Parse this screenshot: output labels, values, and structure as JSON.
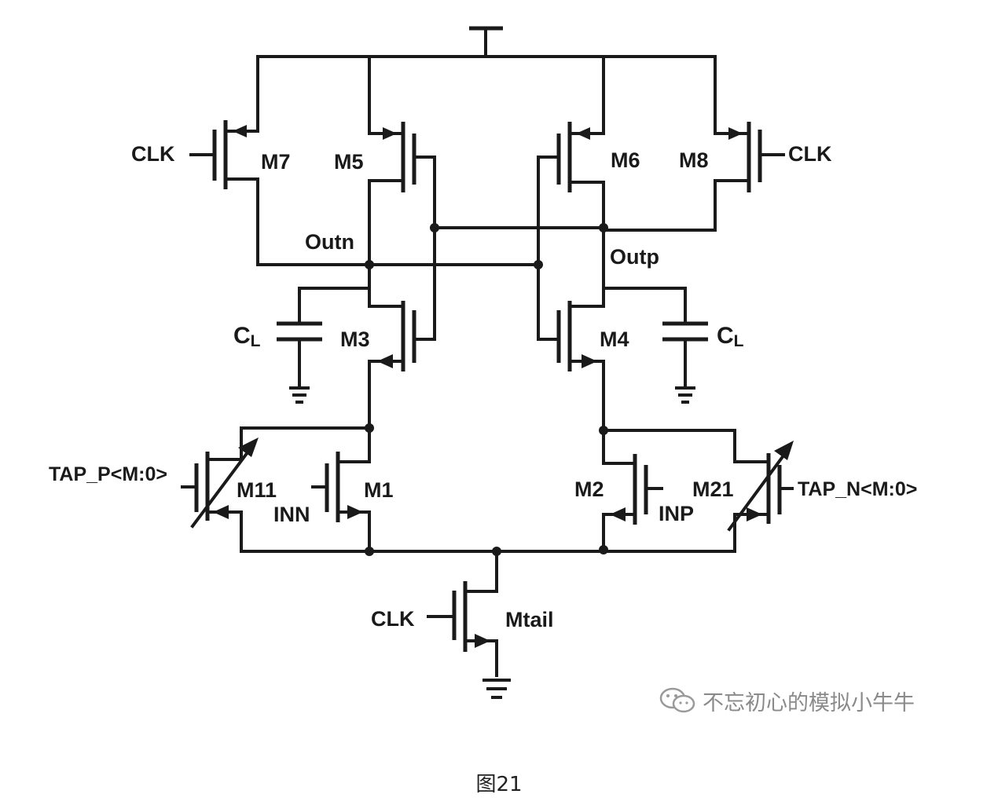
{
  "labels": {
    "m7": "M7",
    "m5": "M5",
    "m6": "M6",
    "m8": "M8",
    "clk_left": "CLK",
    "clk_right": "CLK",
    "clk_tail": "CLK",
    "outn": "Outn",
    "outp": "Outp",
    "cl_left": "C",
    "cl_left_sub": "L",
    "cl_right": "C",
    "cl_right_sub": "L",
    "m3": "M3",
    "m4": "M4",
    "tap_p": "TAP_P<M:0>",
    "tap_n": "TAP_N<M:0>",
    "m11": "M11",
    "m1": "M1",
    "m2": "M2",
    "m21": "M21",
    "inn": "INN",
    "inp": "INP",
    "mtail": "Mtail"
  },
  "watermark": "不忘初心的模拟小牛牛",
  "caption": "图21"
}
